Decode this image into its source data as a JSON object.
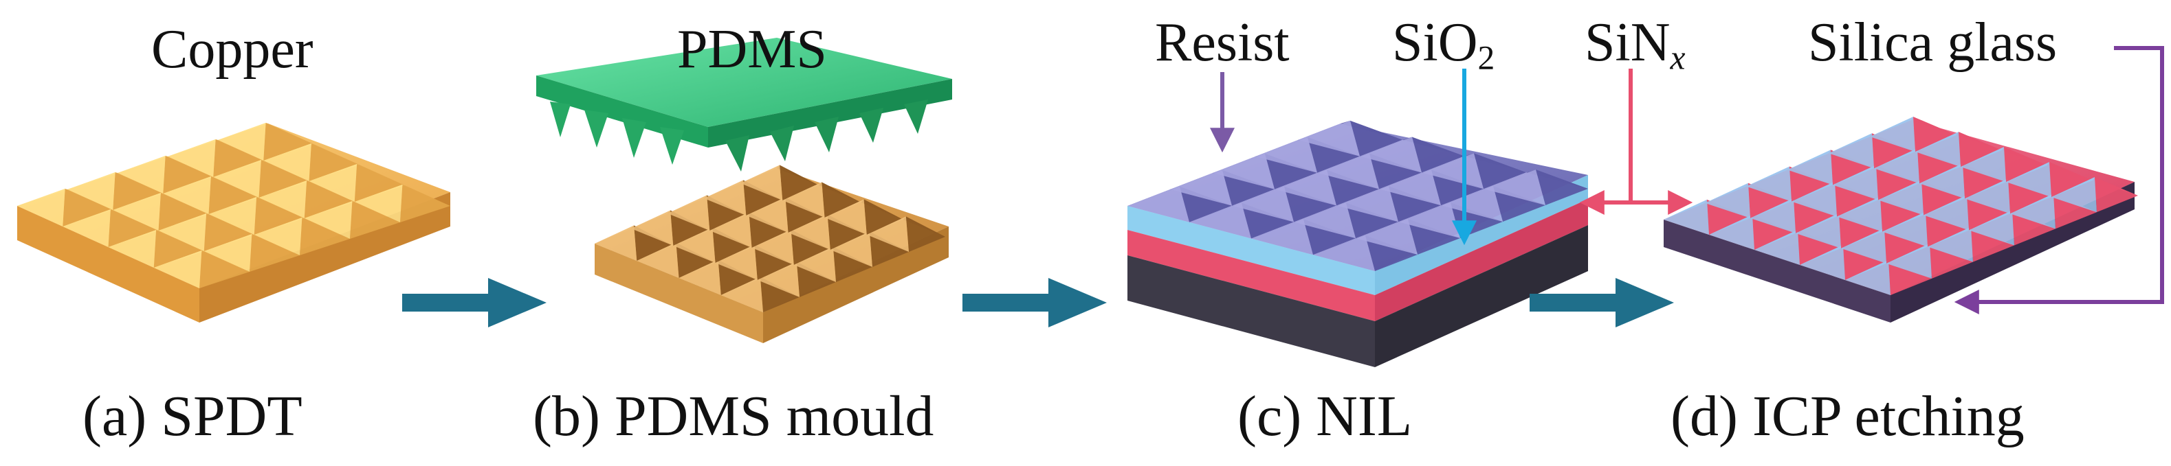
{
  "labels": {
    "copper": "Copper",
    "pdms": "PDMS",
    "resist": "Resist",
    "sio2_main": "SiO",
    "sio2_sub": "2",
    "sinx_main": "SiN",
    "sinx_sub": "x",
    "silica": "Silica glass"
  },
  "captions": {
    "a": "(a) SPDT",
    "b": "(b) PDMS mould",
    "c": "(c) NIL",
    "d": "(d) ICP etching"
  },
  "colors": {
    "copper_light": "#f7c46a",
    "copper_dark": "#d99a3a",
    "pdms": "#3fcf86",
    "resist": "#7a78c2",
    "sio2": "#8fd0f0",
    "sinx": "#e8506e",
    "substrate": "#3d3a48",
    "flow_arrow": "#1f6f8b",
    "resist_pointer": "#7b5aa6",
    "sio2_pointer": "#18a8e0",
    "sinx_pointer": "#e84f6e",
    "silica_pointer": "#7b3f9c"
  }
}
